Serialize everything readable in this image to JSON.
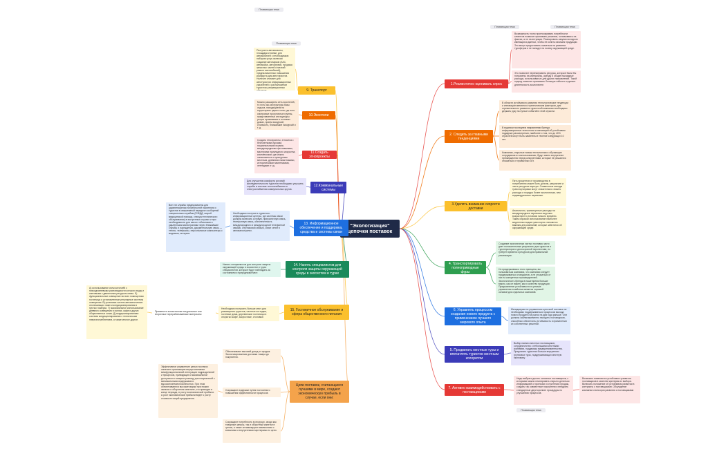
{
  "center": {
    "title": "\"Экологизация\" цепочки поставок"
  },
  "floating_labels": [
    "Плавающая тема",
    "Плавающая тема",
    "Плавающая тема",
    "Плавающая тема",
    "Плавающая тема"
  ],
  "branches": [
    {
      "label": "1.Реалистично оценивать спрос",
      "color": "#e53935",
      "notes": [
        "Возможность точно прогнозировать потребности клиентов позволит принимать решения, основываясь на фактах, а не на интуиции. Планировать закупки исходя из имеющихся данных, чтобы не копить излишек продукции. Это могут предоставить сказаться на развитии туроферов и не попадут на полезу окружающей среде.",
        "Это позволит перенаправить ресурсы, которые были бы потрачены на материалы, аренду и общие накладные расходы, использовав их для других направлений. Такой подход позволит принимать большую гибкость и делает деятельность экологичнее."
      ]
    },
    {
      "label": "2. Следить за главными тенденциями",
      "color": "#ef6c00",
      "notes": [
        "В области устойчивого развития технологические тенденции и инновации являются стратегическим фактором, для стремительного развития туристской компании необходимо держать руку на пульсе событий в этой отрасли.",
        "В водяном последнем направлении бренда информационные технологии и инноваций об устойчивом поддерже рассмотрения, наиболее о том, что до 40% отраслей могут быть заменены в течение следующих 10 лет.",
        "Компании, открытые новым технологиям и обучающие сотрудников их использованию, будут иметь внутреннее преимущество перед конкурентами, которые не решаются отказаться от привычных ост."
      ]
    },
    {
      "label": "3.Уделять внимание скорости доставки",
      "color": "#fbc02d",
      "notes": [
        "Пять процентов от производства в потребителю может быть долгим, результате и часть ресурсов впустую. Совместные методы транспортировки могут значительно снизить расходы и порядок более экологичным, чем индивидуальные перевозки.",
        "Аналогично, транспортные расходы на международные перевозки ощутимо возрастают в условиях низкого времени. Таким образом использование наиболее медленных видов транспорта становится важным для компаний, которые заботятся об окружающей среде."
      ]
    },
    {
      "label": "4. Транспортировать полноприводные фуры",
      "color": "#2e9e4f",
      "notes": [
        "Создание экологически чистых поставок часто дает положительные результаты для туристов и туроператоров и долгосрочной перспективе, но требует времени и ресурсов для правильной реализации.",
        "Но придерживаясь этого принципа, вы пользоваться компании, что компании следует придерживаться стандартов, а не отказаться от них на конкретных производителей. Экологичность бренда в наше время больше важно, как он важен, как и качество продукции. Предъявление устойчивости в цепочке управления хозяйства является хорошей основой для отдельных компаний."
      ]
    },
    {
      "label": "6. Управлять процессом создания нового продукта с применением лучшего мирового опыта",
      "color": "#1e6fe0",
      "notes": [
        "Менеджерам по управлению цепочкой поставок не необходимо поддерживаться процессом выхода нового продукта на рынок на два года раньше. Они должны заблаговременно находить поставщиков, способных обеспечить устойчивость в применении их собственных решений."
      ]
    },
    {
      "label": "5. Продвигать местные туры и впечатлять туристов местным колоритом",
      "color": "#3b3bb8",
      "notes": [
        "Выбор наемно местных поставщиков, сотрудничество с небольшими местными компании, поддержку предпринимательства. Предлагать туристам больше внутренних групповых туры, поддерживающих местную экономику."
      ]
    },
    {
      "label": "7. Активно взаимодействовать с поставщиками",
      "color": "#e53935",
      "notes": [
        "Надо выбрать десять основных поставщиков, с которыми можно планировать открыто делиться информацией о прогнозах и стратегиях продаж, создать так совместные показатели и внедрить стандартные двусторонние процедуры по улучшению процессов.",
        "Возможно появляются устойчивого развития поставщиков в качестве критерия их выбора. Включать положение об устойчивом развитии в контракты с поставщиками. Обсуждение компании спонсоров развития с поставщиками"
      ]
    },
    {
      "label": "9. Транспорт",
      "color": "#fbc02d",
      "notes": [
        "Построить автовокзалы, площадки-стоянки, для автомобилей с необходимым набором услуг, включая создание автопарков (АЗС, автомойка, автосервис, продажа запасных частей и мелкий ремонт автомобилей), предназначенных повышения комфорта для автотуристов. Наличие сломает для автотуристов информационных указателей о расположении туристско-рекреационных объектов."
      ]
    },
    {
      "label": "10.Экоотели",
      "color": "#ef6c00",
      "notes": [
        "Можно расширить сеть экоотелей, то есть эко-инструктуры базы отдыха, находящиеся на территориях одного села, где есть смотровые прогулочные группы, представленных инструктуры услуги проживания в гостевых домах, прием экскурсий, стоимость, ближайшие экскурсий и т. д."
      ]
    },
    {
      "label": "11.Создать этнопроекты",
      "color": "#e53935",
      "notes": [
        "Создать этнопроекты, этносела с бесплатными курсами, национальными играми, международными фестивалями, мастерами прикладного искусства, комплексами, где можно ознакомиться с культурным местным, древними памятниками, историческими памятниками, легендами и т.д."
      ]
    },
    {
      "label": "12.Коммунальные системы",
      "color": "#3b3bb8",
      "notes": [
        "Для улучшения комфорта условий жизнедеятельности туристов необходимо улучшать службы в системе теплоснабжения и электроснабжения коммунальных кругов."
      ]
    },
    {
      "label": "13. Информационное обеспечение и поддержка, средства и системы связи",
      "color": "#1e6fe0",
      "notes": [
        "Необходимо построить туристско-информационные центры, где системы связи должны включать сотовую, приграничную связь, телефонную связь, обеспеченность международного и междугородной телефонной связью, спутниковой связью, охват сетей в автомагистралях.",
        "Все эти службы предназначены для удовлетворения потребностей населения и туристов в оперативной передаче сообщений специальным службам (ГИБДД, скорой медицинской помощи, станции технического обслуживания) в экстренных случаях и при необходимости для связи с обычными и удаленными магистралями через ближайшие службы и учреждения, документальную связь — телекс, телефаксы, персональные компьютеры с модемом, интернет."
      ]
    },
    {
      "label": "14. Нанять специалистов для контроля защиты окружающей среды в экосистем и турах",
      "color": "#1a8a5a",
      "notes": [
        "Нанять специалистов для контроля защиты окружающей среды в экосистем и турах специалистов, которые будут наблюдать за состоянием и природными мест."
      ]
    },
    {
      "label": "15. Гостиничное обслуживание и сфера общественного питания",
      "color": "#fbc02d",
      "dark": true,
      "notes": [
        "Необходимо построить больше мест для размещения туристов, частные коттеджи, гостевые дома, деревенские гостиницы в открытых кафе, закусочные, столовые.",
        "Применить экологически натуральные или вторичные перерабатываемые материалы",
        "А) использование сельхозтоплёй с низкоуровневыми разновидности которого воды и световыми к двигателям ресурсом связи. Б) функциональные освещение во всех помещениях гостиницы и установленные регулярные системы освещения. В) установка систем автоматических отключающих ламп и кондиционирования в пустых номерах. Г) максимальное использование дневного освещения в холлах, кафе и других общественных зонах. Д) модернизированная система кондиционирования с техническим энергопотреблением, а также многое другое."
      ]
    },
    {
      "label": "Цепи поставок, считающиеся лучшими в мире, создают экономическую прибыль в случае, если они:",
      "color": "#f4a34b",
      "dark": true,
      "notes": [
        "Обеспечивают высокий доход от продаж. Экологизированная доставка товара до покупателя.",
        "Сокращают издержки путем постоянного повышения эффективности процессов.",
        "Сокращают потребность в ресурсах, сводя как товарные запасы, так и оборотный капитал в целом, а также оптимизируют взаимосвязи с внешними и внутренними партнерами по цепи.",
        "Эффективное управление цепью поставок означает организацию внутри компании межфункциональной интеграции подразделений и процессов, приводящих к максимальной доступности товара в розницу для покупателей с минимальными издержками и высокоплатежеспособностью. При этом обеспечиваются высокие маржи при низких запасах и оборотном капитале, что приводит в конце периода, в росту экономической прибыли. А рост экономической прибыли ведет к росту стоимости акций предприятия."
      ]
    }
  ]
}
